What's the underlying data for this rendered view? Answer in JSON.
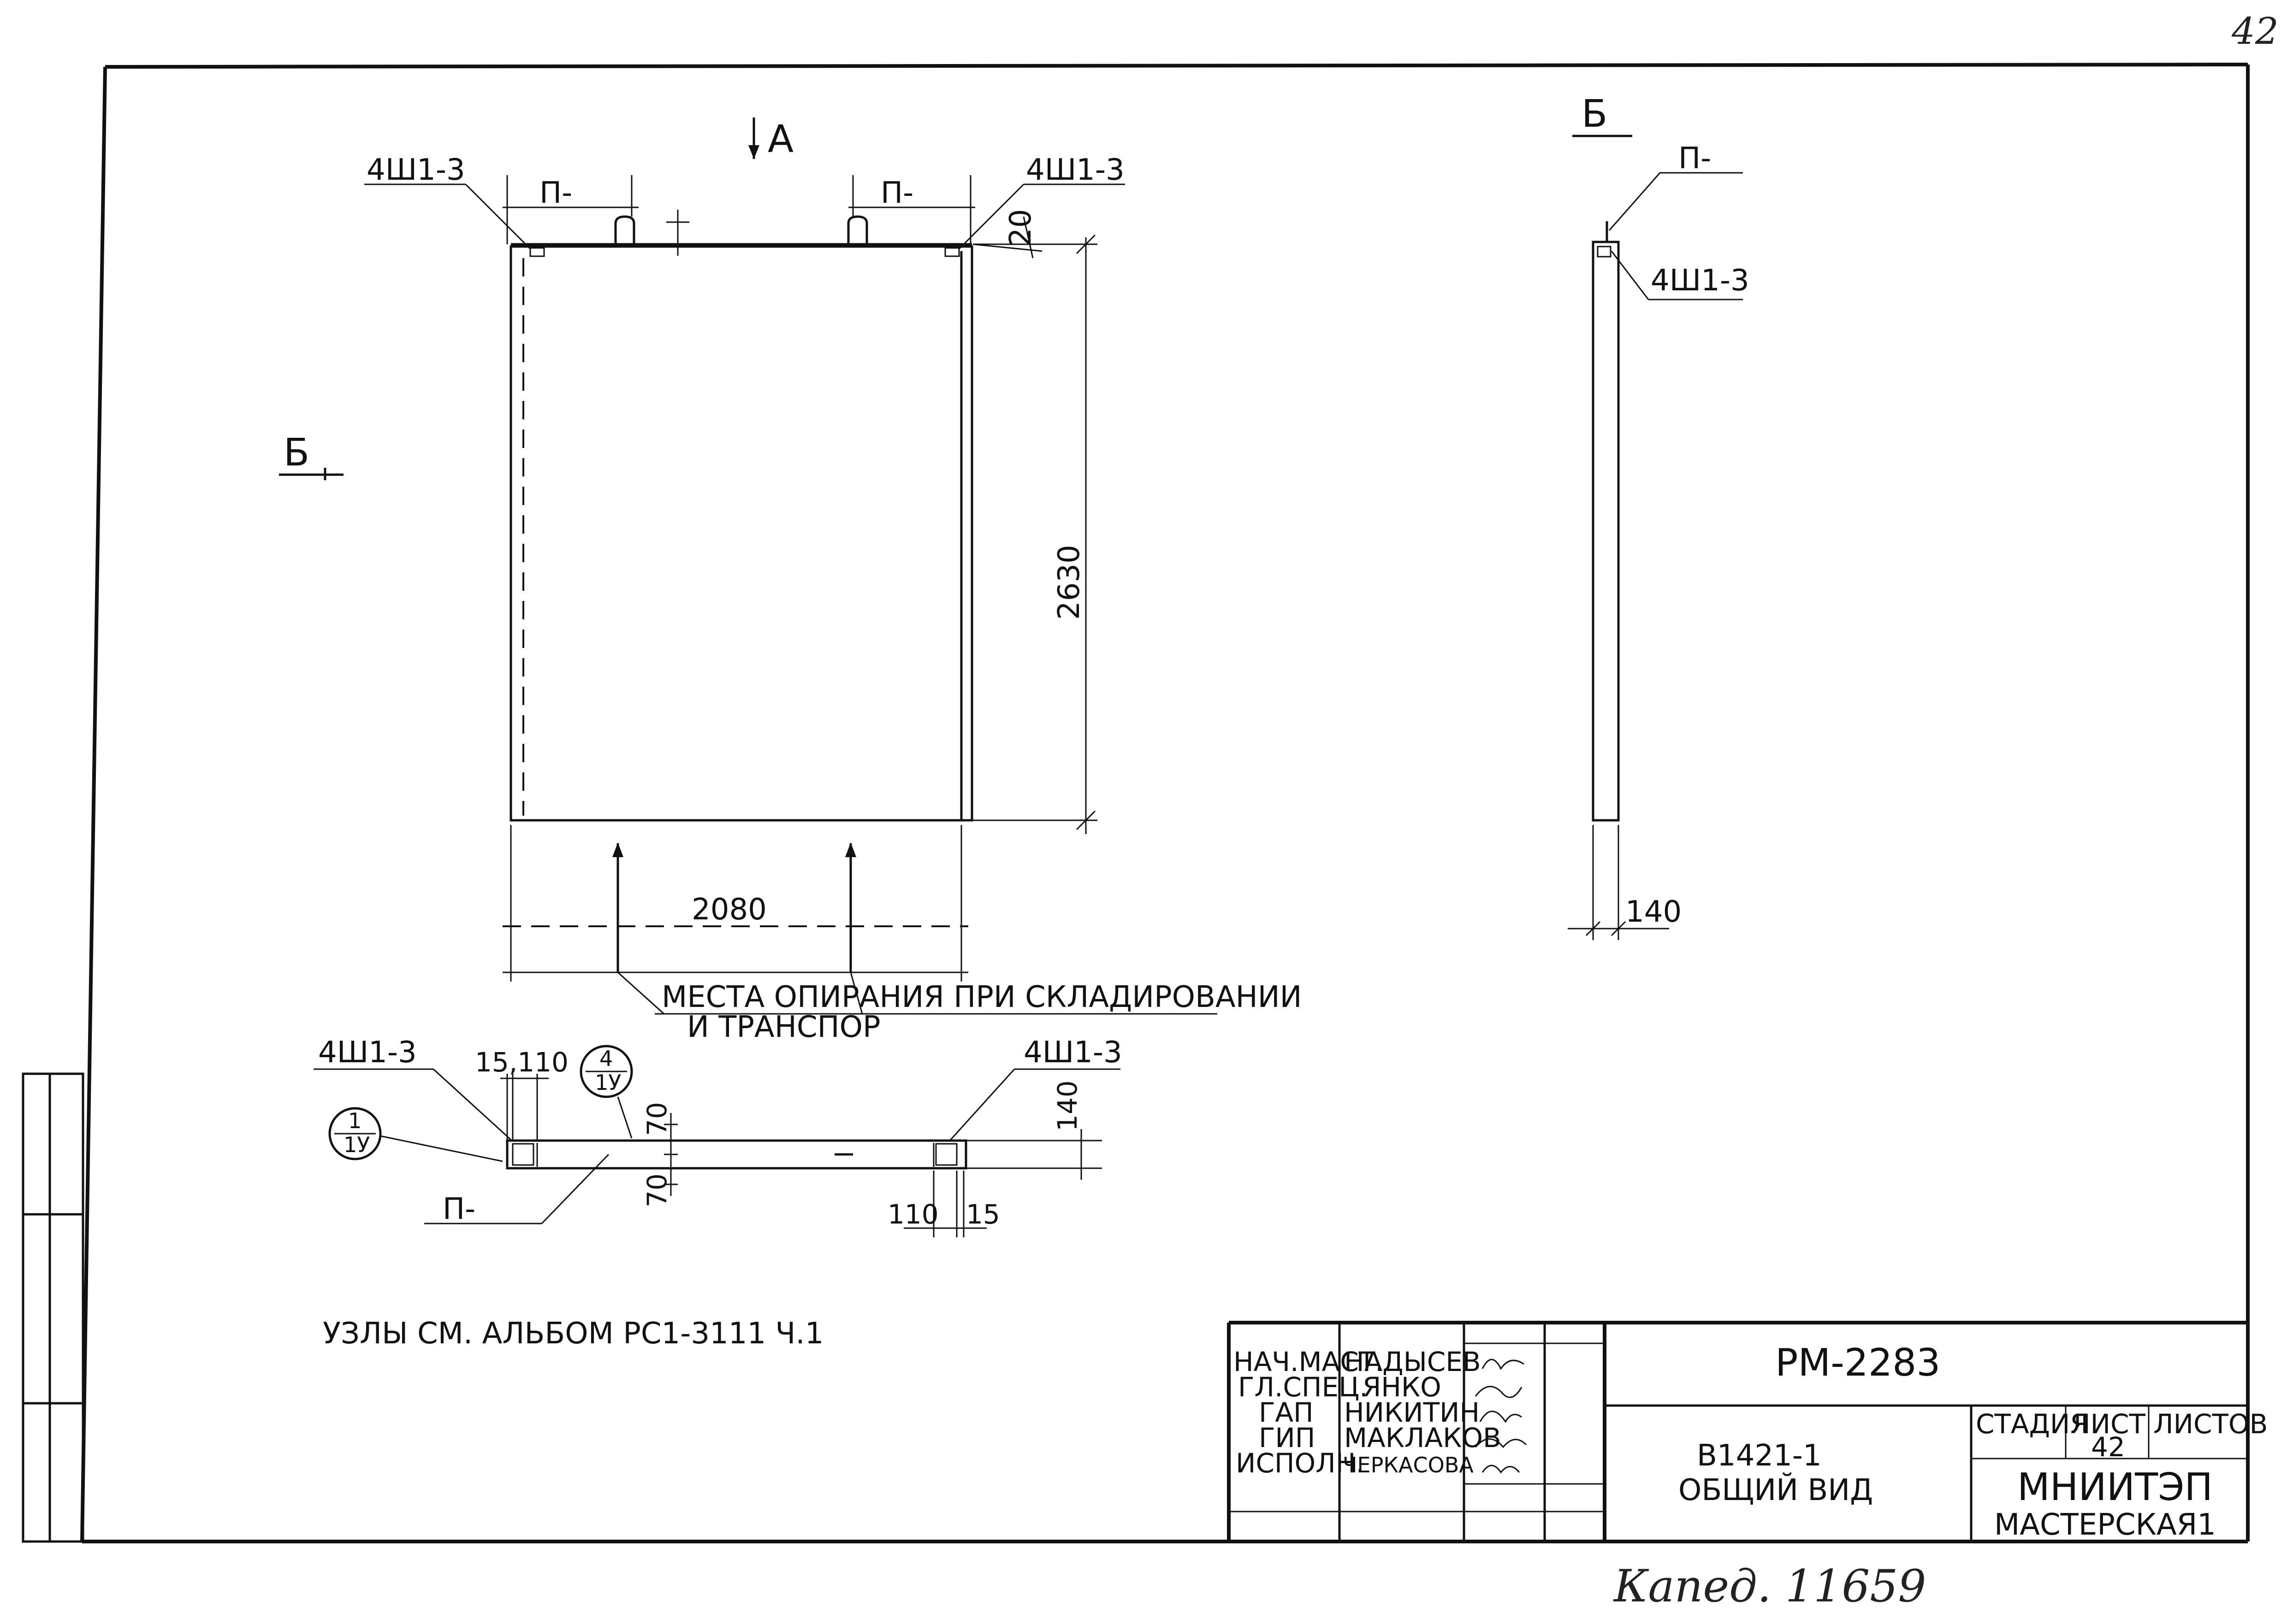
{
  "page_number": "42",
  "view_a_label": "А",
  "section_b_label": "Б",
  "elevation": {
    "insert_left": "4Ш1-3",
    "insert_right": "4Ш1-3",
    "loop_left": "П-",
    "loop_right": "П-",
    "dim_top": "20",
    "dim_height": "2630",
    "dim_width": "2080",
    "support_note_line1": "МЕСТА ОПИРАНИЯ  ПРИ СКЛАДИРОВАНИИ",
    "support_note_line2": "И ТРАНСПОР"
  },
  "side_view": {
    "title": "Б",
    "loop": "П-",
    "insert": "4Ш1-3",
    "dim_thickness": "140"
  },
  "plan_view": {
    "insert_left": "4Ш1-3",
    "insert_right": "4Ш1-3",
    "dim_top_left": "15,110",
    "dim_70_top": "70",
    "dim_70_bottom": "70",
    "dim_140": "140",
    "dim_110": "110",
    "dim_15": "15",
    "loop": "П-",
    "node1_top": "1",
    "node1_bottom": "1У",
    "node4_top": "4",
    "node4_bottom": "1У"
  },
  "nodes_note": "УЗЛЫ  СМ.  АЛЬБОМ  РС1-3111 Ч.1",
  "title_block": {
    "roles": [
      "НАЧ.МАСТ.",
      "ГЛ.СПЕЦ.",
      "ГАП",
      "ГИП",
      "ИСПОЛН."
    ],
    "names": [
      "НАДЫСЕВ",
      "ЯНКО",
      "НИКИТИН",
      "МАКЛАКОВ",
      "ЧЕРКАСОВА"
    ],
    "doc_code": "РМ-2283",
    "product_code": "В1421-1",
    "product_title": "ОБЩИЙ ВИД",
    "stage_label": "СТАДИЯ",
    "sheet_label": "ЛИСТ",
    "sheets_label": "ЛИСТОВ",
    "sheet_number": "42",
    "organization": "МНИИТЭП",
    "workshop": "МАСТЕРСКАЯ1"
  },
  "stamp_text": "Капед. 11659"
}
